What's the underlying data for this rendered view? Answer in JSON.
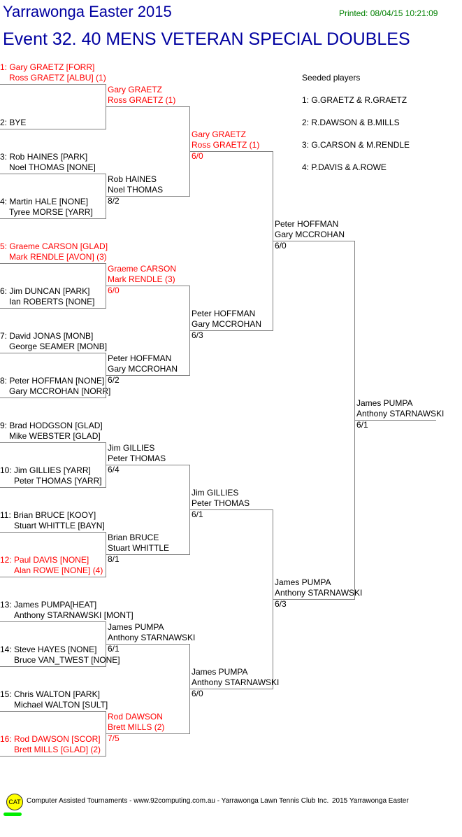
{
  "header": {
    "title": "Yarrawonga Easter 2015",
    "event": "Event 32. 40 MENS VETERAN  SPECIAL DOUBLES",
    "printed": "Printed: 08/04/15 10:21:09"
  },
  "seeded": {
    "heading": "Seeded players",
    "items": [
      "1: G.GRAETZ & R.GRAETZ",
      "2: R.DAWSON & B.MILLS",
      "3: G.CARSON & M.RENDLE",
      "4: P.DAVIS & A.ROWE"
    ]
  },
  "round1": [
    {
      "line1": "1: Gary GRAETZ [FORR]",
      "line2": "Ross GRAETZ [ALBU] (1)",
      "seeded": true
    },
    {
      "line1": "",
      "line2": "2: BYE",
      "seeded": false
    },
    {
      "line1": "3: Rob HAINES [PARK]",
      "line2": "Noel THOMAS [NONE]",
      "seeded": false
    },
    {
      "line1": "4: Martin HALE [NONE]",
      "line2": "Tyree MORSE [YARR]",
      "seeded": false
    },
    {
      "line1": "5: Graeme CARSON [GLAD]",
      "line2": "Mark RENDLE [AVON] (3)",
      "seeded": true
    },
    {
      "line1": "6: Jim DUNCAN [PARK]",
      "line2": "Ian ROBERTS [NONE]",
      "seeded": false
    },
    {
      "line1": "7: David JONAS [MONB]",
      "line2": "George SEAMER [MONB]",
      "seeded": false
    },
    {
      "line1": "8: Peter HOFFMAN [NONE]",
      "line2": "Gary MCCROHAN [NORR]",
      "seeded": false
    },
    {
      "line1": "9: Brad HODGSON [GLAD]",
      "line2": "Mike WEBSTER [GLAD]",
      "seeded": false
    },
    {
      "line1": "10: Jim GILLIES [YARR]",
      "line2": "Peter THOMAS [YARR]",
      "seeded": false
    },
    {
      "line1": "11: Brian BRUCE [KOOY]",
      "line2": "Stuart WHITTLE [BAYN]",
      "seeded": false
    },
    {
      "line1": "12: Paul DAVIS [NONE]",
      "line2": "Alan ROWE [NONE] (4)",
      "seeded": true
    },
    {
      "line1": "13: James PUMPA[HEAT]",
      "line2": "Anthony STARNAWSKI [MONT]",
      "seeded": false
    },
    {
      "line1": "14: Steve HAYES [NONE]",
      "line2": "Bruce VAN_TWEST [NONE]",
      "seeded": false
    },
    {
      "line1": "15: Chris WALTON [PARK]",
      "line2": "Michael WALTON [SULT]",
      "seeded": false
    },
    {
      "line1": "16: Rod DAWSON [SCOR]",
      "line2": "Brett MILLS [GLAD] (2)",
      "seeded": true
    }
  ],
  "rounds": [
    [
      {
        "line1": "Gary GRAETZ",
        "line2": "Ross GRAETZ (1)",
        "score": "",
        "seeded": true
      },
      {
        "line1": "Rob HAINES",
        "line2": "Noel THOMAS",
        "score": "8/2",
        "seeded": false
      },
      {
        "line1": "Graeme CARSON",
        "line2": "Mark RENDLE (3)",
        "score": "6/0",
        "seeded": true
      },
      {
        "line1": "Peter HOFFMAN",
        "line2": "Gary MCCROHAN",
        "score": "6/2",
        "seeded": false
      },
      {
        "line1": "Jim GILLIES",
        "line2": "Peter THOMAS",
        "score": "6/4",
        "seeded": false
      },
      {
        "line1": "Brian BRUCE",
        "line2": "Stuart WHITTLE",
        "score": "8/1",
        "seeded": false
      },
      {
        "line1": "James PUMPA",
        "line2": "Anthony STARNAWSKI",
        "score": "6/1",
        "seeded": false
      },
      {
        "line1": "Rod DAWSON",
        "line2": "Brett MILLS (2)",
        "score": "7/5",
        "seeded": true
      }
    ],
    [
      {
        "line1": "Gary GRAETZ",
        "line2": "Ross GRAETZ (1)",
        "score": "6/0",
        "seeded": true
      },
      {
        "line1": "Peter HOFFMAN",
        "line2": "Gary MCCROHAN",
        "score": "6/3",
        "seeded": false
      },
      {
        "line1": "Jim GILLIES",
        "line2": "Peter THOMAS",
        "score": "6/1",
        "seeded": false
      },
      {
        "line1": "James PUMPA",
        "line2": "Anthony STARNAWSKI",
        "score": "6/0",
        "seeded": false
      }
    ],
    [
      {
        "line1": "Peter HOFFMAN",
        "line2": "Gary MCCROHAN",
        "score": "6/0",
        "seeded": false
      },
      {
        "line1": "James PUMPA",
        "line2": "Anthony STARNAWSKI",
        "score": "6/3",
        "seeded": false
      }
    ],
    [
      {
        "line1": "James PUMPA",
        "line2": "Anthony STARNAWSKI",
        "score": "6/1",
        "seeded": false
      }
    ]
  ],
  "footer": {
    "logo": "CAT",
    "credit": "Computer Assisted Tournaments - www.92computing.com.au -  Yarrawonga Lawn Tennis Club Inc.",
    "event": "2015 Yarrawonga Easter"
  }
}
